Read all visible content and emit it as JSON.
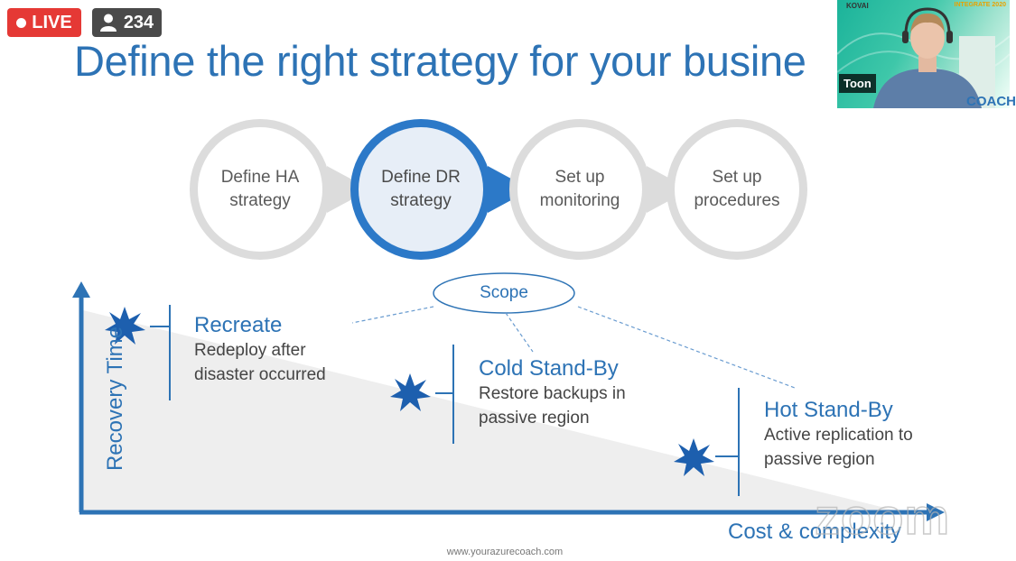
{
  "stream": {
    "live_label": "LIVE",
    "viewer_count": "234"
  },
  "slide": {
    "title": "Define the right strategy for your busine",
    "steps": [
      {
        "label": "Define HA strategy",
        "active": false
      },
      {
        "label": "Define DR strategy",
        "active": true
      },
      {
        "label": "Set up monitoring",
        "active": false
      },
      {
        "label": "Set up procedures",
        "active": false
      }
    ],
    "scope_label": "Scope",
    "y_axis_label": "Recovery Time",
    "x_axis_label": "Cost & complexity",
    "tiers": [
      {
        "title": "Recreate",
        "description_line1": "Redeploy after",
        "description_line2": "disaster occurred"
      },
      {
        "title": "Cold Stand-By",
        "description_line1": "Restore backups in",
        "description_line2": "passive region"
      },
      {
        "title": "Hot Stand-By",
        "description_line1": "Active replication to",
        "description_line2": "passive region"
      }
    ],
    "footer_url": "www.yourazurecoach.com"
  },
  "webcam": {
    "presenter_name": "Toon",
    "logo_text": "KOVAI",
    "event_text": "INTEGRATE 2020",
    "coach_text": "COACH"
  },
  "watermark": "zoom",
  "colors": {
    "accent_blue": "#2d73b5",
    "active_ring": "#2c79c8",
    "live_red": "#e53935",
    "star_blue": "#1d5fae"
  },
  "icons": {
    "live_dot": "live-dot-icon",
    "viewer": "person-icon",
    "tier_marker": "starburst-icon"
  }
}
